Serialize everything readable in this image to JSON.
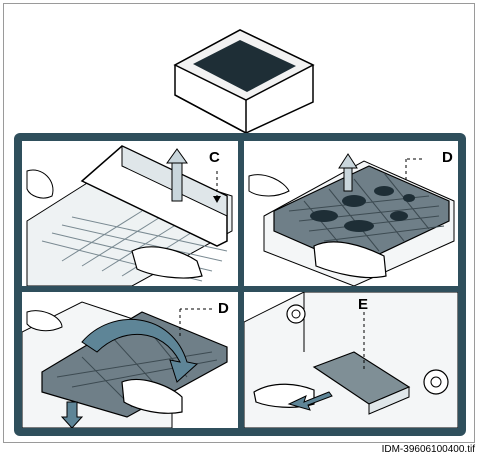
{
  "labels": {
    "c": "C",
    "d_top": "D",
    "d_bottom": "D",
    "e": "E"
  },
  "caption": "IDM-39606100400.tif",
  "colors": {
    "frame": "#2f4f5c",
    "filter_dark": "#6f7f88",
    "grease": "#1e2e36",
    "arrow": "#5e8597"
  }
}
